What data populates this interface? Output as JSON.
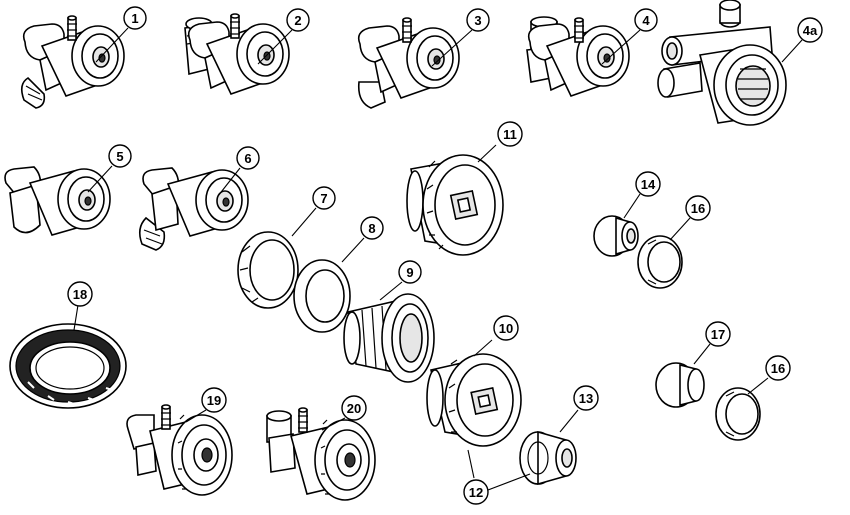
{
  "callouts": {
    "c1": "1",
    "c2": "2",
    "c3": "3",
    "c4": "4",
    "c4a": "4a",
    "c5": "5",
    "c6": "6",
    "c7": "7",
    "c8": "8",
    "c9": "9",
    "c10": "10",
    "c11": "11",
    "c12": "12",
    "c13": "13",
    "c14": "14",
    "c16a": "16",
    "c16b": "16",
    "c17": "17",
    "c18": "18",
    "c19": "19",
    "c20": "20"
  }
}
